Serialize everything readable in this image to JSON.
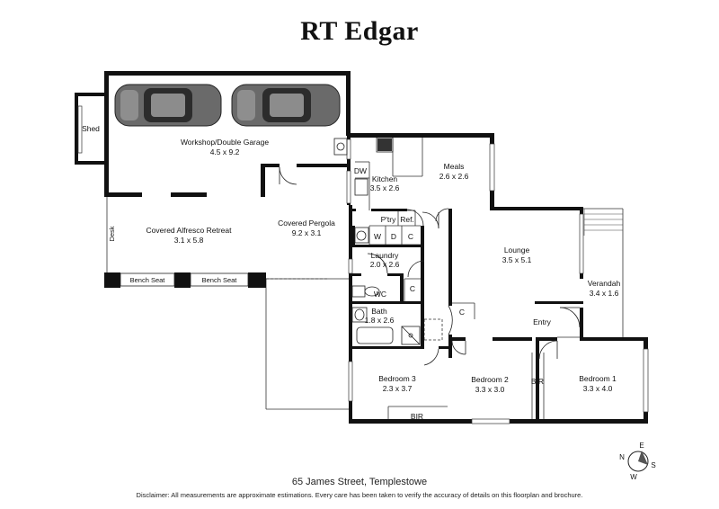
{
  "brand": "RT Edgar",
  "address": "65 James Street, Templestowe",
  "disclaimer": "Disclaimer: All measurements are approximate estimations. Every care has been taken to verify the accuracy of details on this floorplan and brochure.",
  "rooms": {
    "shed": "Shed",
    "garage_name": "Workshop/Double Garage",
    "garage_size": "4.5 x 9.2",
    "alfresco_name": "Covered Alfresco Retreat",
    "alfresco_size": "3.1 x 5.8",
    "desk": "Desk",
    "bench_seat_1": "Bench Seat",
    "bench_seat_2": "Bench Seat",
    "pergola_name": "Covered Pergola",
    "pergola_size": "9.2 x 3.1",
    "dw": "DW",
    "kitchen_name": "Kitchen",
    "kitchen_size": "3.5 x 2.6",
    "meals_name": "Meals",
    "meals_size": "2.6 x 2.6",
    "pantry": "P'try",
    "fridge": "Ref.",
    "w": "W",
    "d": "D",
    "c1": "C",
    "laundry_name": "Laundry",
    "laundry_size": "2.0 x 2.6",
    "wc": "WC",
    "c2": "C",
    "bath_name": "Bath",
    "bath_size": "1.8 x 2.6",
    "c3": "C",
    "lounge_name": "Lounge",
    "lounge_size": "3.5 x 5.1",
    "verandah_name": "Verandah",
    "verandah_size": "3.4 x 1.6",
    "entry": "Entry",
    "bedroom3_name": "Bedroom 3",
    "bedroom3_size": "2.3 x 3.7",
    "bir1": "BIR",
    "bedroom2_name": "Bedroom 2",
    "bedroom2_size": "3.3 x 3.0",
    "bir2": "BIR",
    "bedroom1_name": "Bedroom 1",
    "bedroom1_size": "3.3 x 4.0"
  },
  "compass": {
    "n": "N",
    "e": "E",
    "s": "S",
    "w": "W"
  }
}
